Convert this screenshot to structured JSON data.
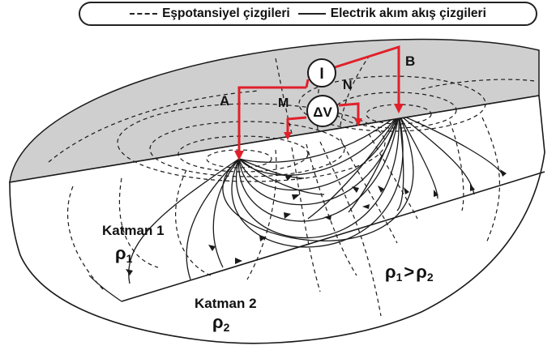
{
  "legend": {
    "equipotential_label": "Eşpotansiyel çizgileri",
    "current_flow_label": "Electrik akım akış çizgileri"
  },
  "electrodes": {
    "a": "A",
    "b": "B",
    "m": "M",
    "n": "N"
  },
  "meters": {
    "current": "I",
    "voltage": "ΔV"
  },
  "layers": {
    "layer1_name": "Katman 1",
    "layer1_resistivity": "ρ",
    "layer1_subscript": "1",
    "layer2_name": "Katman 2",
    "layer2_resistivity": "ρ",
    "layer2_subscript": "2",
    "relation_left": "ρ",
    "relation_left_sub": "1",
    "relation_op": ">",
    "relation_right": "ρ",
    "relation_right_sub": "2"
  },
  "colors": {
    "wire": "#e0202a",
    "lines": "#1a1a1a",
    "top_surface": "#cfcfcf",
    "side_surface": "#bdbdbd",
    "section_face": "#ffffff"
  }
}
